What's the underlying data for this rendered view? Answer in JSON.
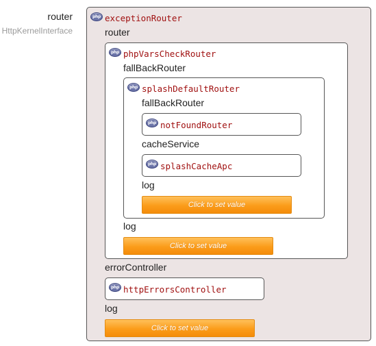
{
  "left": {
    "label": "router",
    "type": "HttpKernelInterface"
  },
  "icons": {
    "php": "php-icon"
  },
  "exception_router": {
    "class_name": "exceptionRouter",
    "prop_router": "router",
    "prop_error_controller": "errorController",
    "prop_log": "log",
    "set_value_label": "Click to set value",
    "php_vars_check_router": {
      "class_name": "phpVarsCheckRouter",
      "prop_fallback_router": "fallBackRouter",
      "prop_log": "log",
      "set_value_label": "Click to set value",
      "splash_default_router": {
        "class_name": "splashDefaultRouter",
        "prop_fallback_router": "fallBackRouter",
        "prop_cache_service": "cacheService",
        "prop_log": "log",
        "set_value_label": "Click to set value",
        "not_found_router": {
          "class_name": "notFoundRouter"
        },
        "splash_cache_apc": {
          "class_name": "splashCacheApc"
        }
      }
    },
    "http_errors_controller": {
      "class_name": "httpErrorsController"
    }
  }
}
